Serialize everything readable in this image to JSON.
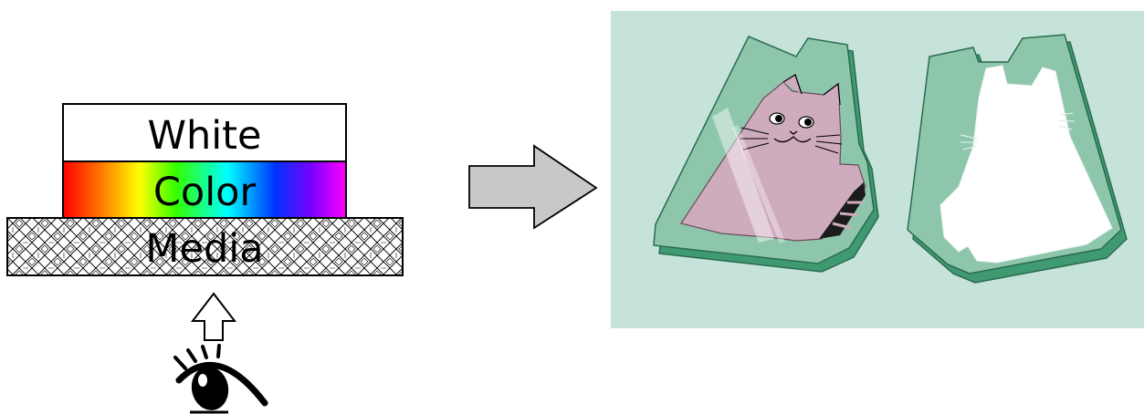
{
  "layers": {
    "top": "White",
    "middle": "Color",
    "bottom": "Media"
  },
  "colors": {
    "background": "#ffffff",
    "white_layer": "#ffffff",
    "media_fill": "#ffffff",
    "outline": "#000000",
    "arrow_fill": "#c8c8c8",
    "panel_bg": "#c6e3da",
    "acrylic_edge": "#3f9a72",
    "acrylic_fill": "#8ec6ac",
    "acrylic_dark": "#2f7a5b",
    "cat_pink": "#cfacbd",
    "white_print": "#ffffff",
    "rainbow": [
      "#ff0000",
      "#ff8000",
      "#ffff00",
      "#00ff00",
      "#00ffff",
      "#0000ff",
      "#8000ff",
      "#ff00ff"
    ]
  },
  "icons": {
    "viewer": "eye-icon",
    "view_direction": "up-arrow-icon",
    "process": "right-arrow-icon"
  }
}
